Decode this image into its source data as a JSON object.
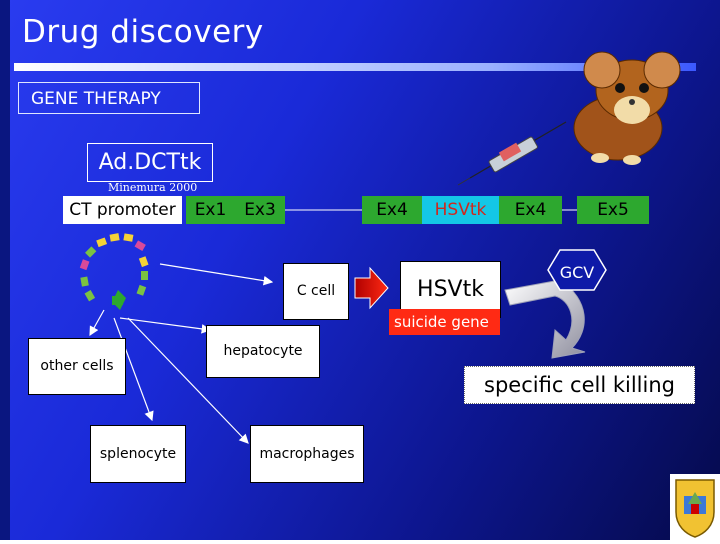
{
  "slide": {
    "title": "Drug discovery",
    "gene_therapy": "GENE THERAPY",
    "vector": "Ad.DCTtk",
    "citation": "Minemura 2000",
    "construct": {
      "promoter": "CT promoter",
      "ex1": "Ex1",
      "ex3": "Ex3",
      "ex4a": "Ex4",
      "hsvtk": "HSVtk",
      "ex4b": "Ex4",
      "ex5": "Ex5"
    },
    "cells": {
      "c_cell": "C cell",
      "hepatocyte": "hepatocyte",
      "other_cells": "other cells",
      "splenocyte": "splenocyte",
      "macrophages": "macrophages"
    },
    "hsvtk_product": "HSVtk",
    "suicide_gene": "suicide gene",
    "drug": "GCV",
    "outcome": "specific cell killing"
  },
  "colors": {
    "exon_green": "#2da82f",
    "hsvtk_cyan": "#14c7e6",
    "suicide_red": "#ff2a14",
    "background_blue": "#1a2ad8"
  }
}
